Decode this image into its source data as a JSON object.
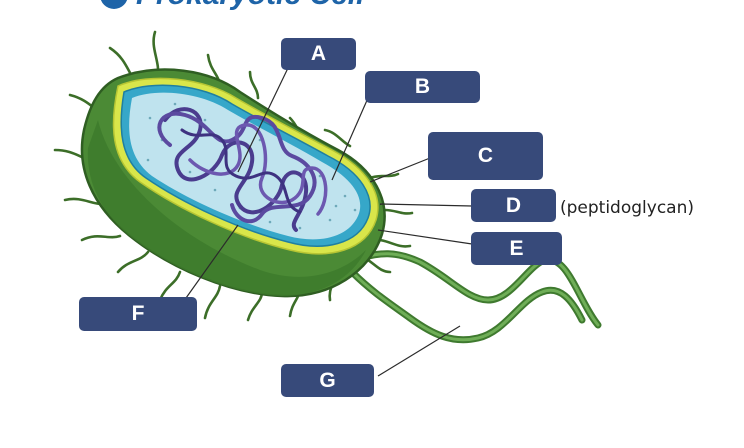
{
  "title": "Prokaryotic Cell",
  "labels": {
    "a": "A",
    "b": "B",
    "c": "C",
    "d": "D",
    "e": "E",
    "f": "F",
    "g": "G"
  },
  "note": "(peptidoglycan)",
  "colors": {
    "label_box": "#374a7a",
    "capsule": "#4b8a35",
    "cell_wall": "#d9e64a",
    "membrane": "#36a7c9",
    "cytoplasm": "#bfe3ee",
    "dna": "#4a3c8e",
    "flagellum": "#5a9a45",
    "title": "#1e64a8"
  }
}
